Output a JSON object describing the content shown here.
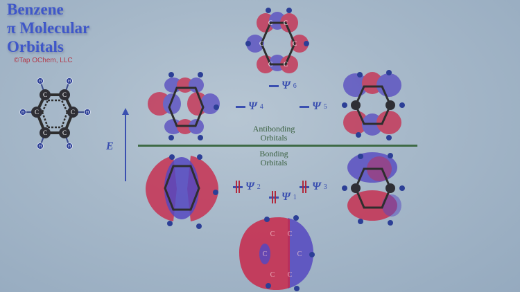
{
  "title": {
    "line1": "Benzene",
    "line2": "π Molecular",
    "line3": "Orbitals",
    "copyright": "©Tap OChem, LLC"
  },
  "axis": {
    "energy_label": "E"
  },
  "regions": {
    "antibonding_line1": "Antibonding",
    "antibonding_line2": "Orbitals",
    "bonding_line1": "Bonding",
    "bonding_line2": "Orbitals"
  },
  "levels": [
    {
      "symbol": "Ψ",
      "index": "1",
      "occupied": true,
      "type": "bonding"
    },
    {
      "symbol": "Ψ",
      "index": "2",
      "occupied": true,
      "type": "bonding"
    },
    {
      "symbol": "Ψ",
      "index": "3",
      "occupied": true,
      "type": "bonding"
    },
    {
      "symbol": "Ψ",
      "index": "4",
      "occupied": false,
      "type": "antibonding"
    },
    {
      "symbol": "Ψ",
      "index": "5",
      "occupied": false,
      "type": "antibonding"
    },
    {
      "symbol": "Ψ",
      "index": "6",
      "occupied": false,
      "type": "antibonding"
    }
  ],
  "atoms": {
    "carbon": "C",
    "hydrogen": "H"
  },
  "colors": {
    "title": "#3f57c9",
    "copyright": "#b23a4a",
    "divider": "#3e6a45",
    "lobe_positive": "#c8284a",
    "lobe_negative": "#5548c0",
    "energy": "#3a4fb0",
    "electron_arrow": "#b2283c"
  }
}
